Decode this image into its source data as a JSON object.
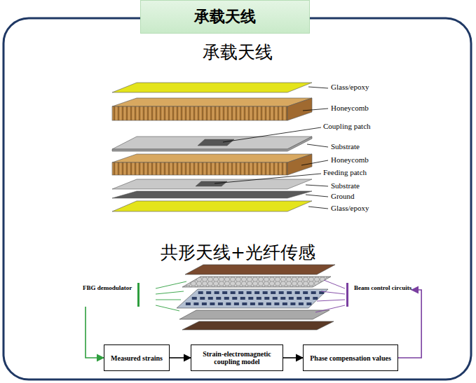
{
  "diagram": {
    "nodes": [
      {
        "text": [
          "承载天线"
        ]
      },
      {
        "text": [
          "FBG demodulator"
        ]
      },
      {
        "text": [
          "Beam control circuits"
        ]
      },
      {
        "text": [
          "Measured strains"
        ]
      },
      {
        "text": [
          "Strain-electromagnetic coupling model"
        ]
      },
      {
        "text": [
          "Phase compensation values"
        ]
      }
    ],
    "edges": [
      {
        "from": 1,
        "to": 3,
        "arrow": "to"
      },
      {
        "from": 3,
        "to": 4,
        "arrow": "to"
      },
      {
        "from": 4,
        "to": 5,
        "arrow": "to"
      },
      {
        "from": 5,
        "to": 2,
        "arrow": "to"
      }
    ],
    "labels": [
      "承载天线",
      "Glass/epoxy",
      "Honeycomb",
      "Coupling patch",
      "Substrate",
      "Honeycomb",
      "Feeding patch",
      "Substrate",
      "Ground",
      "Glass/epoxy",
      "共形天线+光纤传感"
    ]
  }
}
